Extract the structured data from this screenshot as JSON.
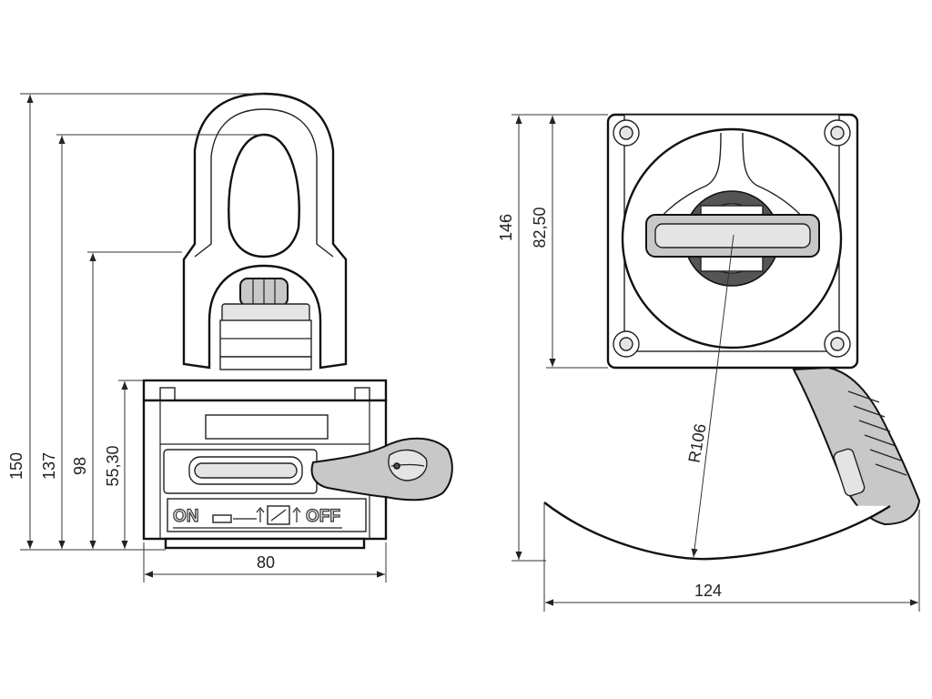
{
  "dimensions": {
    "side_height_overall": "150",
    "side_height_eye_inner": "137",
    "side_height_eye_base": "98",
    "side_height_body": "55,30",
    "side_width": "80",
    "top_height_overall": "146",
    "top_height_body": "82,50",
    "lever_radius": "R106",
    "top_width": "124"
  },
  "panel_marking": {
    "on": "ON",
    "off": "OFF"
  },
  "colors": {
    "line": "#111111",
    "part_fill": "#ffffff",
    "grey_fill": "#c8c8c8"
  }
}
